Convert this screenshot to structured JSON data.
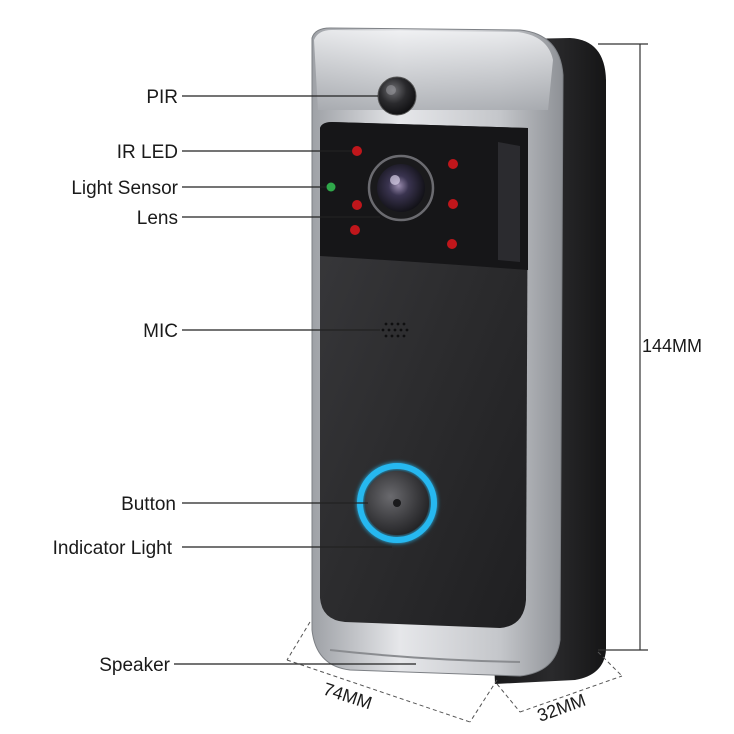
{
  "labels": {
    "pir": "PIR",
    "ir_led": "IR LED",
    "light_sensor": "Light Sensor",
    "lens": "Lens",
    "mic": "MIC",
    "button": "Button",
    "indicator_light": "Indicator Light",
    "speaker": "Speaker"
  },
  "dimensions": {
    "height": "144MM",
    "width": "74MM",
    "depth": "32MM"
  },
  "colors": {
    "body_black": "#2a2a2c",
    "silver_frame": "#c9cbcf",
    "back_shell": "#1c1c1e",
    "ring_glow": "#28b8f0",
    "ir_led_red": "#c0161b",
    "light_sensor_green": "#2fa84a"
  }
}
